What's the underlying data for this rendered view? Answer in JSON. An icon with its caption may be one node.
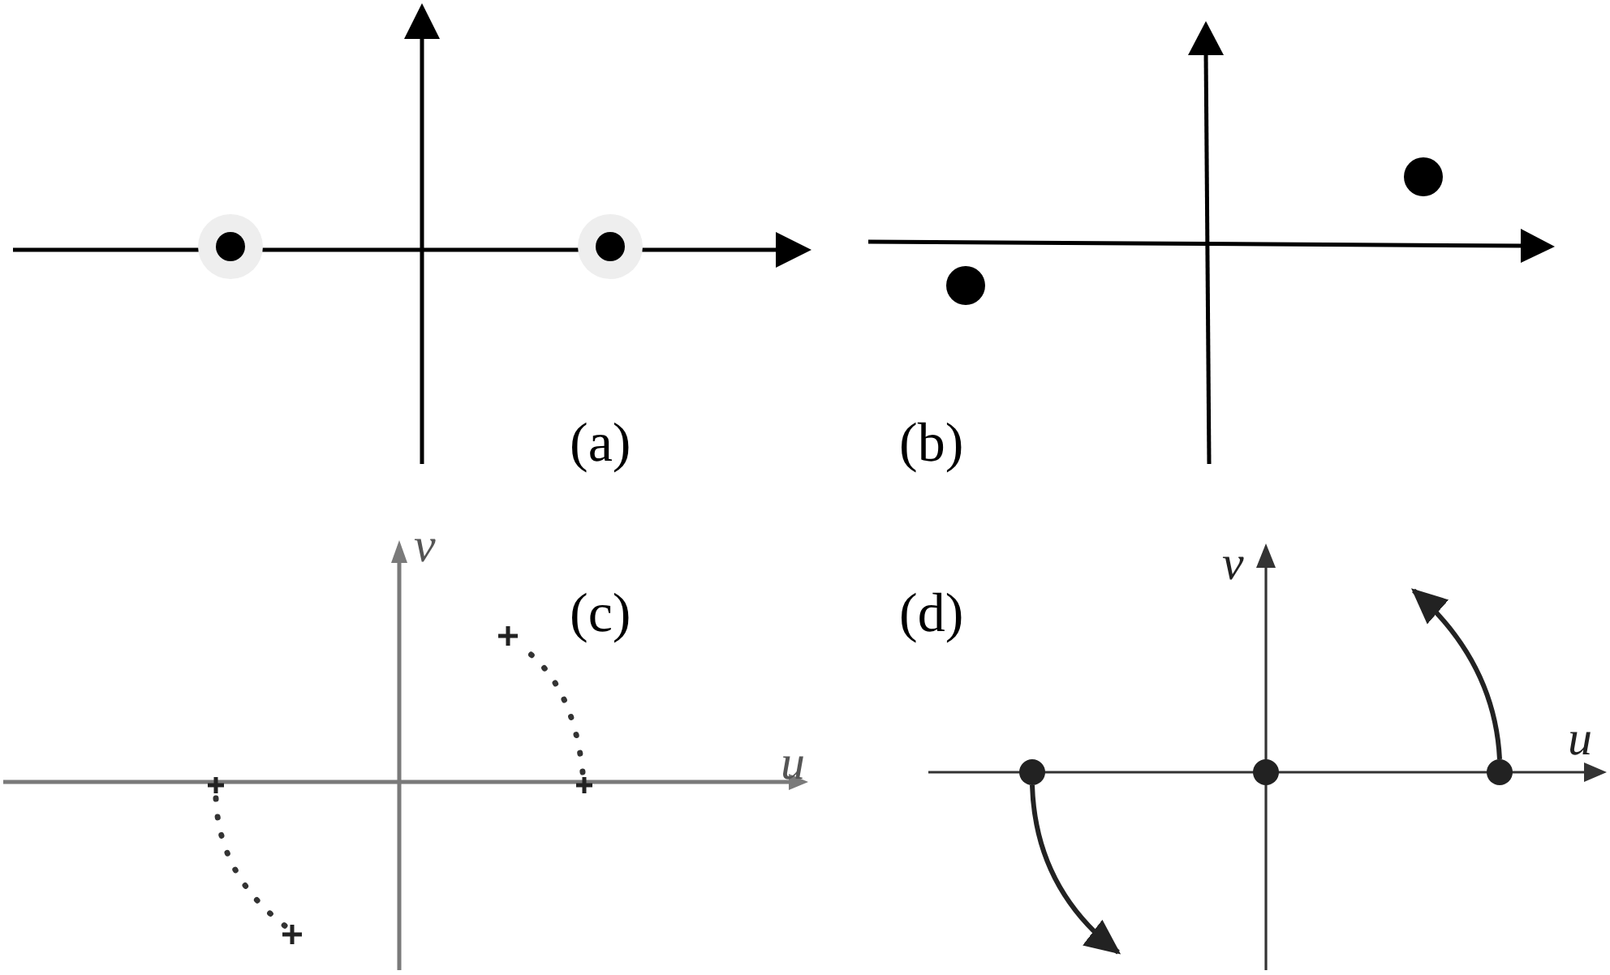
{
  "diagram": {
    "labels": [
      "(a)",
      "(b)",
      "v",
      "(c)",
      "u",
      "(d)",
      "v",
      "u"
    ]
  }
}
